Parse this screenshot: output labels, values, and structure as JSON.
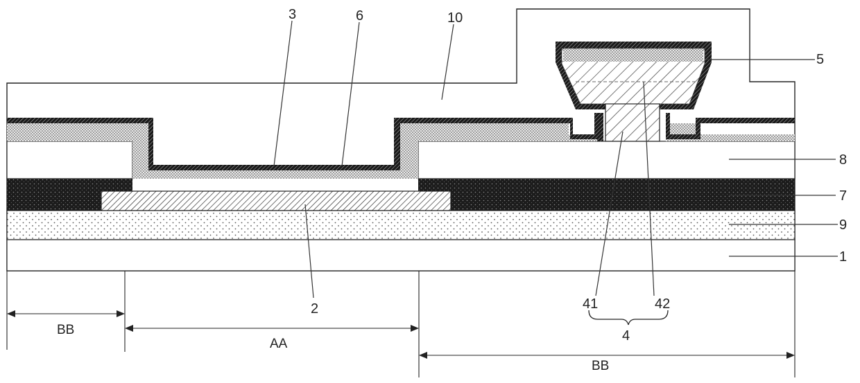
{
  "figure": {
    "layer_labels": {
      "top_left": [
        "3",
        "6",
        "10"
      ],
      "right": [
        "5",
        "8",
        "7",
        "9",
        "1"
      ],
      "bottom": [
        "2",
        "41",
        "42",
        "4"
      ]
    },
    "regions": {
      "left_bb": "BB",
      "aa": "AA",
      "right_bb": "BB"
    }
  }
}
